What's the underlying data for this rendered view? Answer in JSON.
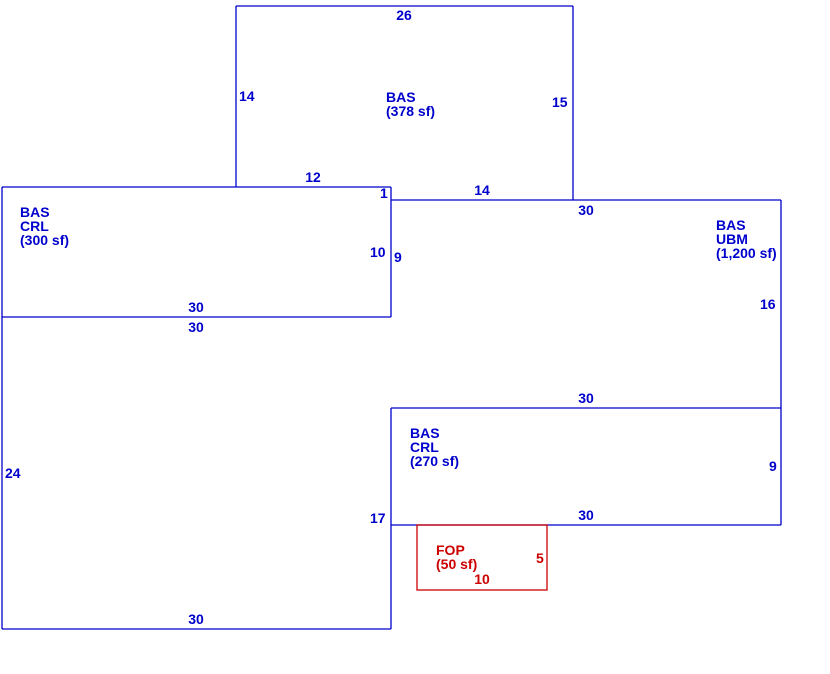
{
  "colors": {
    "outline": "#0000cc",
    "porch": "#cc0000",
    "background": "#ffffff"
  },
  "areas": [
    {
      "id": "bas-top",
      "lines": [
        "BAS",
        "(378 sf)"
      ]
    },
    {
      "id": "bas-crl-left",
      "lines": [
        "BAS",
        "CRL",
        "(300 sf)"
      ]
    },
    {
      "id": "bas-ubm",
      "lines": [
        "BAS",
        "UBM",
        "(1,200 sf)"
      ]
    },
    {
      "id": "bas-crl-lower",
      "lines": [
        "BAS",
        "CRL",
        "(270 sf)"
      ]
    },
    {
      "id": "fop",
      "lines": [
        "FOP",
        "(50 sf)"
      ]
    }
  ],
  "dimensions": {
    "top_width": "26",
    "top_left_side": "14",
    "top_right_side": "15",
    "top_bottom_left": "12",
    "top_step": "1",
    "top_bottom_right": "14",
    "ubm_top": "30",
    "ubm_right": "16",
    "crl_left_right_outer": "10",
    "crl_left_right_inner": "9",
    "crl_left_bottom": "30",
    "ubm_lower_left_top": "30",
    "main_left": "24",
    "main_bottom": "30",
    "crl_lower_top": "30",
    "crl_lower_right": "9",
    "crl_lower_bottom": "30",
    "crl_lower_left": "17",
    "fop_width": "10",
    "fop_depth": "5"
  }
}
